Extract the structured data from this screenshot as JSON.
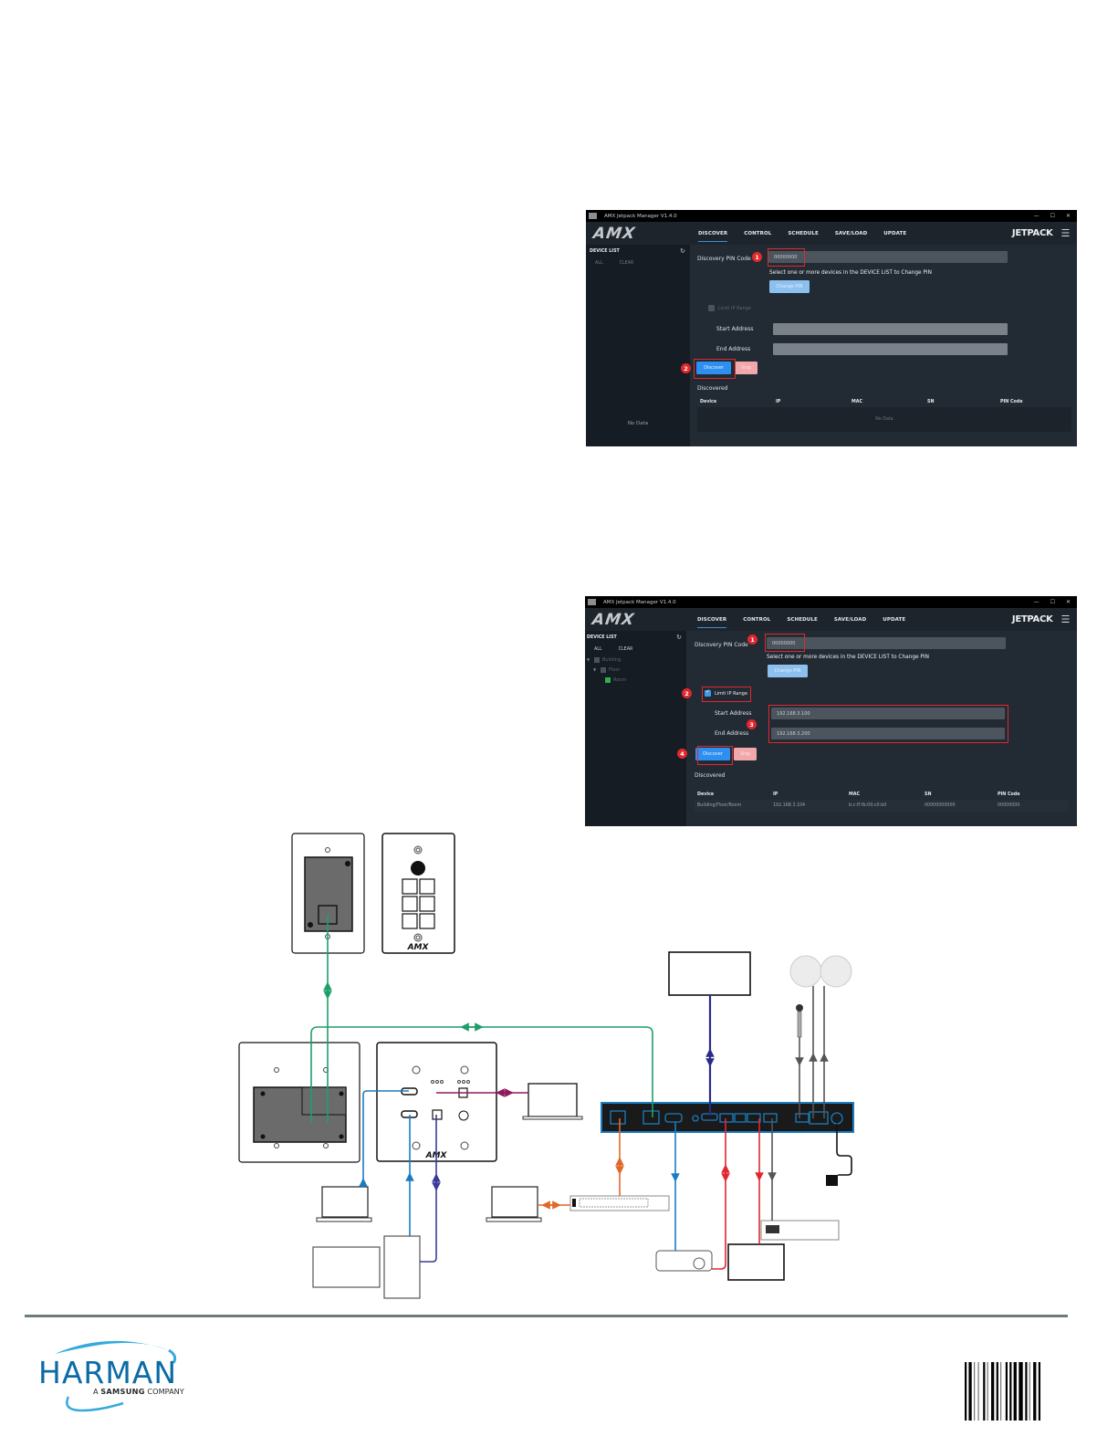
{
  "screenshots": [
    {
      "window_title": "AMX Jetpack Manager V1.4.0",
      "window_controls": [
        "—",
        "☐",
        "✕"
      ],
      "logo_text": "AMX",
      "tabs": [
        {
          "label": "DISCOVER",
          "active": true
        },
        {
          "label": "CONTROL",
          "active": false
        },
        {
          "label": "SCHEDULE",
          "active": false
        },
        {
          "label": "SAVE/LOAD",
          "active": false
        },
        {
          "label": "UPDATE",
          "active": false
        }
      ],
      "brand": "JETPACK",
      "menu_icon": "☰",
      "sidebar": {
        "title": "DEVICE LIST",
        "refresh_icon": "↻",
        "all_label": "ALL",
        "clear_label": "CLEAR",
        "empty_text": "No Data"
      },
      "pin_label": "Discovery PIN Code",
      "pin_value": "00000000",
      "pin_hint": "Select one or more devices in the DEVICE LIST to Change PIN",
      "change_pin_label": "Change PIN",
      "limit_ip_label": "Limit IP Range",
      "limit_ip_checked": false,
      "start_label": "Start Address",
      "start_value": "",
      "end_label": "End Address",
      "end_value": "",
      "discover_label": "Discover",
      "stop_label": "Stop",
      "discovered_label": "Discovered",
      "columns": [
        "Device",
        "IP",
        "MAC",
        "SN",
        "PIN Code"
      ],
      "rows": [],
      "table_empty_text": "No Data",
      "callouts": [
        "1",
        "2"
      ]
    },
    {
      "window_title": "AMX Jetpack Manager V1.4.0",
      "window_controls": [
        "—",
        "☐",
        "✕"
      ],
      "logo_text": "AMX",
      "tabs": [
        {
          "label": "DISCOVER",
          "active": true
        },
        {
          "label": "CONTROL",
          "active": false
        },
        {
          "label": "SCHEDULE",
          "active": false
        },
        {
          "label": "SAVE/LOAD",
          "active": false
        },
        {
          "label": "UPDATE",
          "active": false
        }
      ],
      "brand": "JETPACK",
      "menu_icon": "☰",
      "sidebar": {
        "title": "DEVICE LIST",
        "refresh_icon": "↻",
        "all_label": "ALL",
        "clear_label": "CLEAR",
        "tree": [
          {
            "label": "Building",
            "level": 0,
            "expanded": true
          },
          {
            "label": "Floor",
            "level": 1,
            "expanded": true
          },
          {
            "label": "Room",
            "level": 2,
            "online": true
          }
        ]
      },
      "pin_label": "Discovery PIN Code",
      "pin_value": "00000000",
      "pin_hint": "Select one or more devices in the DEVICE LIST to Change PIN",
      "change_pin_label": "Change PIN",
      "limit_ip_label": "Limit IP Range",
      "limit_ip_checked": true,
      "start_label": "Start Address",
      "start_value": "192.168.3.100",
      "end_label": "End Address",
      "end_value": "192.168.3.200",
      "discover_label": "Discover",
      "stop_label": "Stop",
      "discovered_label": "Discovered",
      "columns": [
        "Device",
        "IP",
        "MAC",
        "SN",
        "PIN Code"
      ],
      "rows": [
        {
          "device": "Building/Floor/Room",
          "ip": "192.168.3.104",
          "mac": "b:c:ff:fb:00:c0:b0",
          "sn": "00000000000",
          "pin": "00000000"
        }
      ],
      "callouts": [
        "1",
        "2",
        "3",
        "4"
      ]
    }
  ],
  "diagram": {
    "device_logo": "AMX",
    "wire_colors": {
      "network": "#1e9e6a",
      "hdmi": "#1a7cc1",
      "usb": "#3a3a9a",
      "laptop_link": "#8e1a5c",
      "lan": "#e2672a",
      "relay": "#e0282e",
      "audio": "#555555",
      "power": "#111111",
      "panel_border": "#1a7cc1"
    }
  },
  "footer": {
    "logo_word": "HARMAN",
    "logo_sub_prefix": "A ",
    "logo_sub_bold": "SAMSUNG",
    "logo_sub_suffix": " COMPANY",
    "brand_color": "#0b6ba7",
    "swoosh_color": "#35a9dc"
  }
}
